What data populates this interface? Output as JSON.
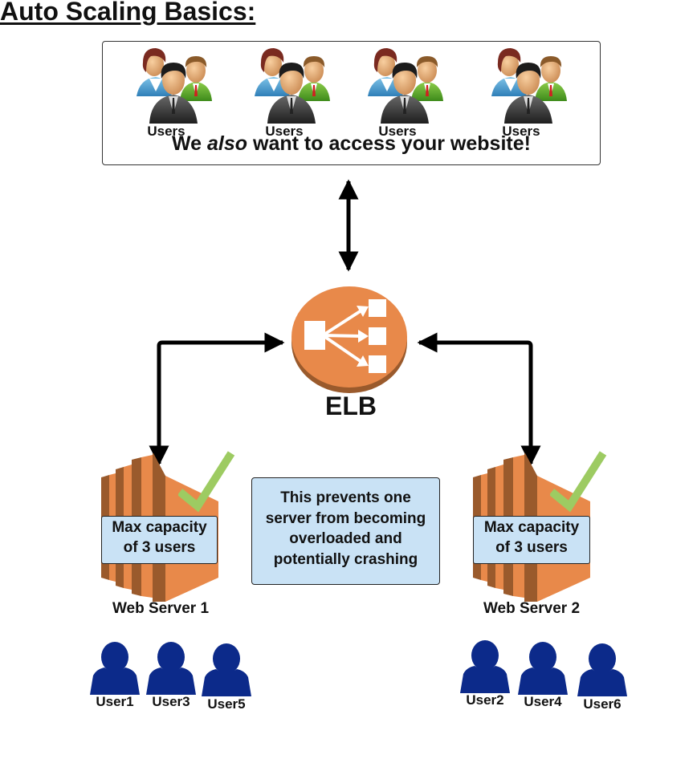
{
  "title": "Auto Scaling Basics:",
  "top_panel": {
    "groups": [
      {
        "label": "Users",
        "icon": "user-group-icon"
      },
      {
        "label": "Users",
        "icon": "user-group-icon"
      },
      {
        "label": "Users",
        "icon": "user-group-icon"
      },
      {
        "label": "Users",
        "icon": "user-group-icon"
      }
    ],
    "message_prefix": "We ",
    "message_emphasis": "also",
    "message_suffix": " want to access your website!"
  },
  "load_balancer": {
    "label": "ELB",
    "icon": "load-balancer-icon"
  },
  "servers": [
    {
      "label": "Web Server 1",
      "capacity_line1": "Max capacity",
      "capacity_line2": "of 3 users",
      "status_icon": "checkmark-icon",
      "users": [
        "User1",
        "User3",
        "User5"
      ]
    },
    {
      "label": "Web Server 2",
      "capacity_line1": "Max capacity",
      "capacity_line2": "of 3 users",
      "status_icon": "checkmark-icon",
      "users": [
        "User2",
        "User4",
        "User6"
      ]
    }
  ],
  "info_box": {
    "lines": [
      "This prevents one",
      "server from becoming",
      "overloaded and",
      "potentially crashing"
    ]
  },
  "colors": {
    "orange": "#e8894a",
    "orange_dark": "#9a5a2c",
    "check_green": "#9dcb62",
    "info_fill": "#c9e2f5",
    "user_blue": "#0c2a8a"
  }
}
